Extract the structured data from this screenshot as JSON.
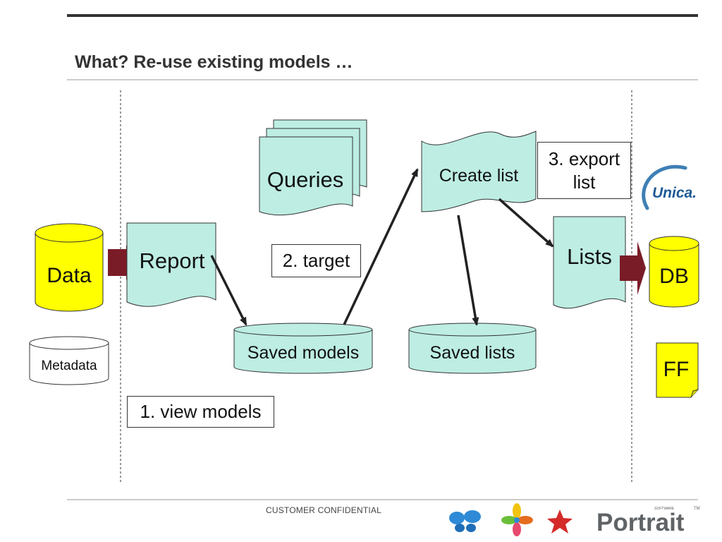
{
  "title": "What? Re-use existing models …",
  "footer": "CUSTOMER CONFIDENTIAL",
  "colors": {
    "cyan_fill": "#BDEDE3",
    "yellow_fill": "#FFFF00",
    "connector_dark_red": "#7A1C28",
    "rule": "#333333",
    "arrow": "#222222"
  },
  "nodes": {
    "data": "Data",
    "metadata": "Metadata",
    "report": "Report",
    "queries": "Queries",
    "saved_models": "Saved models",
    "create_list": "Create list",
    "saved_lists": "Saved lists",
    "lists": "Lists",
    "db": "DB",
    "ff": "FF"
  },
  "steps": {
    "view_models": "1. view models",
    "target": "2. target",
    "export_list_line1": "3. export",
    "export_list_line2": "list"
  },
  "logos": {
    "unica": "Unica.",
    "portrait": "Portrait",
    "portrait_superscript": "SOFTWARE",
    "trademark": "TM"
  }
}
